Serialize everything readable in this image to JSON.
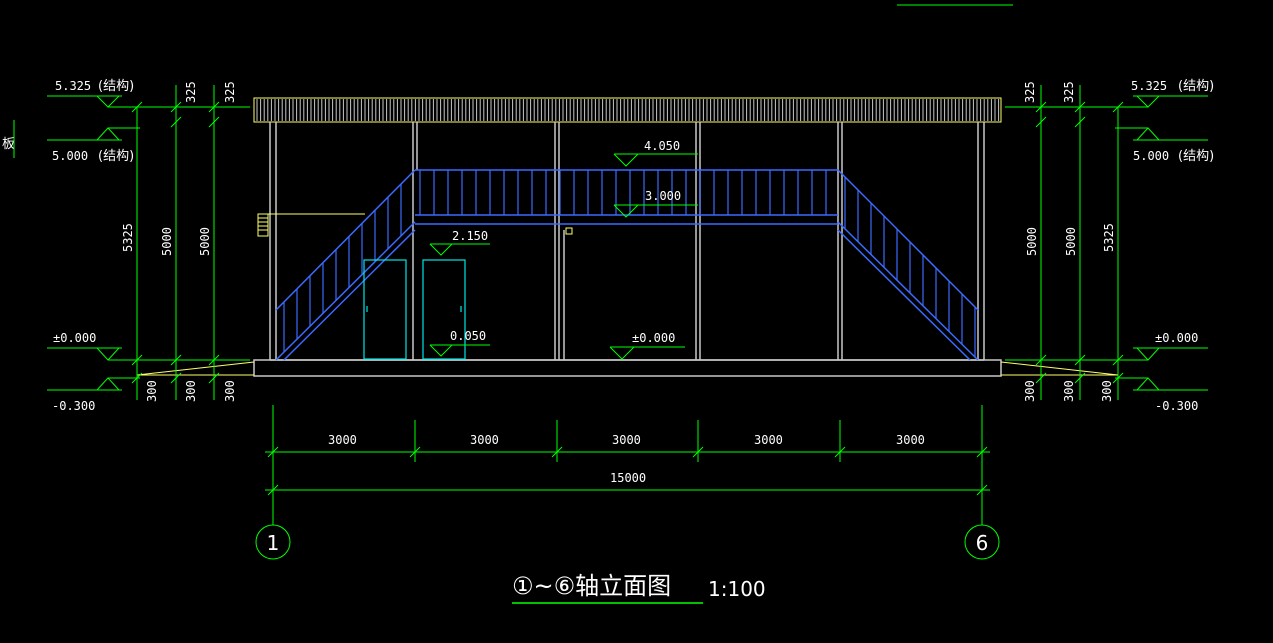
{
  "drawing": {
    "title": "①~⑥轴立面图",
    "scale": "1:100",
    "side_fragment": "板"
  },
  "elevations": {
    "left": {
      "top_value": "5.325",
      "top_note": "(结构)",
      "second_value": "5.000",
      "second_note": "(结构)",
      "ground_value": "±0.000",
      "below_value": "-0.300"
    },
    "right": {
      "top_value": "5.325",
      "top_note": "(结构)",
      "second_value": "5.000",
      "second_note": "(结构)",
      "ground_value": "±0.000",
      "below_value": "-0.300"
    },
    "interior": {
      "rail_top": "4.050",
      "walkway": "3.000",
      "door_head": "2.150",
      "door_sill": "0.050",
      "floor": "±0.000"
    }
  },
  "vertical_dims": {
    "left": {
      "top_short_a": "325",
      "top_short_b": "325",
      "overall": "5325",
      "height_a": "5000",
      "height_b": "5000",
      "base_a": "300",
      "base_b": "300",
      "base_c": "300"
    },
    "right": {
      "top_short_a": "325",
      "top_short_b": "325",
      "overall": "5325",
      "height_a": "5000",
      "height_b": "5000",
      "base_a": "300",
      "base_b": "300",
      "base_c": "300"
    }
  },
  "horizontal_dims": {
    "bays": [
      "3000",
      "3000",
      "3000",
      "3000",
      "3000"
    ],
    "total": "15000"
  },
  "grid_axes": [
    "1",
    "6"
  ],
  "colors": {
    "background": "#000000",
    "dimension": "#00ff00",
    "structure": "#c8c8c8",
    "railing": "#3b6bff",
    "door": "#00e5e5",
    "accent": "#ffff66",
    "text": "#ffffff"
  }
}
